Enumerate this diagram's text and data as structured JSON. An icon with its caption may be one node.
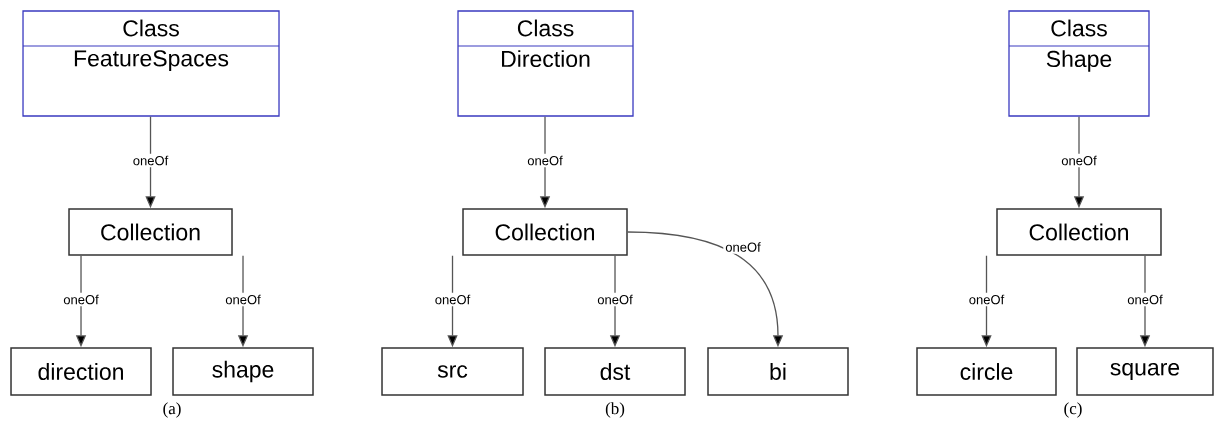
{
  "diagram": {
    "nodes": [
      {
        "text": [
          "Class",
          "FeatureSpaces"
        ]
      },
      {
        "text": [
          "Collection"
        ]
      },
      {
        "text": [
          "direction"
        ]
      },
      {
        "text": [
          "shape"
        ]
      },
      {
        "text": [
          "Class",
          "Direction"
        ]
      },
      {
        "text": [
          "Collection"
        ]
      },
      {
        "text": [
          "src"
        ]
      },
      {
        "text": [
          "dst"
        ]
      },
      {
        "text": [
          "bi"
        ]
      },
      {
        "text": [
          "Class",
          "Shape"
        ]
      },
      {
        "text": [
          "Collection"
        ]
      },
      {
        "text": [
          "circle"
        ]
      },
      {
        "text": [
          "square"
        ]
      }
    ],
    "edges": [
      {
        "from": 0,
        "to": 1,
        "arrow": "to",
        "label": "oneOf"
      },
      {
        "from": 1,
        "to": 2,
        "arrow": "to",
        "label": "oneOf"
      },
      {
        "from": 1,
        "to": 3,
        "arrow": "to",
        "label": "oneOf"
      },
      {
        "from": 4,
        "to": 5,
        "arrow": "to",
        "label": "oneOf"
      },
      {
        "from": 5,
        "to": 6,
        "arrow": "to",
        "label": "oneOf"
      },
      {
        "from": 5,
        "to": 7,
        "arrow": "to",
        "label": "oneOf"
      },
      {
        "from": 5,
        "to": 8,
        "arrow": "to",
        "label": "oneOf"
      },
      {
        "from": 9,
        "to": 10,
        "arrow": "to",
        "label": "oneOf"
      },
      {
        "from": 10,
        "to": 11,
        "arrow": "to",
        "label": "oneOf"
      },
      {
        "from": 10,
        "to": 12,
        "arrow": "to",
        "label": "oneOf"
      }
    ],
    "labels": [
      "(a)",
      "(b)",
      "(c)"
    ]
  }
}
